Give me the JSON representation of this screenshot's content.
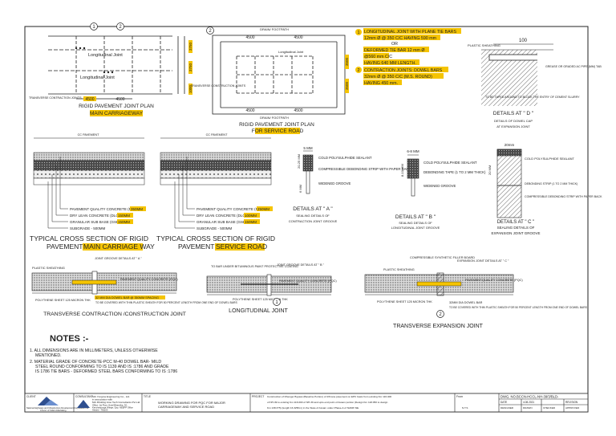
{
  "plans": {
    "main": {
      "title": "RIGID PAVEMENT JOINT PLAN",
      "subtitle": "MAIN CARRIAGEWAY",
      "dim_left": "4500",
      "dim_right": "4500",
      "lane_dim_1": "3750",
      "lane_dim_2": "3750",
      "lane_dim_3": "1000",
      "label_long": "Longitudinal Joint",
      "label_long2": "Longitudinal Joint",
      "label_trans": "TRANSVERSE CONTRACTION JOINTS",
      "callout_1": "1",
      "callout_2": "2"
    },
    "service": {
      "title": "RIGID PAVEMENT JOINT PLAN",
      "subtitle": "FOR SERVICE ROAD",
      "dim_top_1": "4500",
      "dim_top_2": "4500",
      "dim_bot_1": "4500",
      "dim_bot_2": "4500",
      "dim_right": "3500",
      "dim_right2": "3500",
      "label_footpath": "DRAIN/ FOOTPATH",
      "label_footpath2": "DRAIN/ FOOTPATH",
      "label_long": "Longitudinal Joint",
      "label_trans": "TRANSVERSE CONSTRUCTION JOINTS",
      "callout_2": "2"
    }
  },
  "notes_box": {
    "n1_num": "1",
    "n1_l1": "LONGITUDINAL JOINT WITH PLANE TIE BARS",
    "n1_l2": "12mm Ø @ 350 C/C  HAVING 590 mm",
    "n1_or": "OR",
    "n1_l3": "DEFORMED TIE BAR 12 mm Ø",
    "n1_l4": "@560 mm C/C",
    "n1_l5": "HAVING 640 MM LENGTH.",
    "n2_num": "2",
    "n2_l1": "CONTRACTION JOINTS: DOWEL BARS",
    "n2_l2": "32mm Ø @ 350 C/C (M.S. ROUND)",
    "n2_l3": "HAVING 450 mm."
  },
  "detail_dowel": {
    "dim": "100",
    "label_sheathing": "PLASTIC SHEATHING",
    "label_grease": "GREASE OR GRADED AC PIPE (MM) TAB",
    "label_tape": "TO BE TAPED AROUND TO BLOCK THE ENTRY OF CEMENT SLURRY",
    "title": "DETAILS AT \" D \"",
    "subtitle1": "DETAILS OF DOWEL CAP",
    "subtitle2": "AT EXPANSION JOINT"
  },
  "sections": {
    "main": {
      "top_label": "CC PAVEMENT",
      "layers": [
        {
          "name": "PAVEMENT QUALITY CONCRETE (PQC) -",
          "value": "350MM"
        },
        {
          "name": "DRY LEAN CONCRETE (DLC) -",
          "value": "150MM"
        },
        {
          "name": "GRANULAR SUB BASE (GSB) -",
          "value": "150MM"
        },
        {
          "name": "SUBGRADE - 500MM",
          "value": ""
        }
      ],
      "title1": "TYPICAL  CROSS SECTION OF RIGID",
      "title2_a": "PAVEMENT",
      "title2_b": "MAIN CARRIAGE WAY"
    },
    "service": {
      "top_label": "CC PAVEMENT",
      "layers": [
        {
          "name": "PAVEMENT QUALITY CONCRETE (PQC) -",
          "value": "250MM"
        },
        {
          "name": "DRY LEAN CONCRETE (DLC) -",
          "value": "100MM"
        },
        {
          "name": "GRANULAR SUB BASE (GSB) -",
          "value": "150MM"
        },
        {
          "name": "SUBGRADE - 500MM",
          "value": ""
        }
      ],
      "title1": "TYPICAL  CROSS SECTION OF RIGID",
      "title2_a": "PAVEMENT",
      "title2_b": "SERVICE ROAD"
    }
  },
  "detail_a": {
    "dim_w": "5 MM",
    "dim_h": "20-25 MM",
    "dim_h2": "6 MM",
    "label_seal": "COLD POLYSULPHIDE SEALANT",
    "label_strip": "COMPRESSIBLE DEBONDING STRIP WITH PAPER BACK",
    "label_groove": "WIDENED GROOVE",
    "title": "DETAILS AT \" A \"",
    "sub1": "SEALING DETAILS OF",
    "sub2": "CONTRACTION JOINT GROOVE"
  },
  "detail_b": {
    "dim_w": "6-8 MM",
    "dim_h": "8-10 MM",
    "label_seal": "COLD POLYSULPHIDE SEALANT",
    "label_tape": "DEBONDING TAPE (1 TO 2 MM THICK)",
    "label_groove": "WIDENED GROOVE",
    "title": "DETAILS AT \" B \"",
    "sub1": "SEALING DETAILS OF",
    "sub2": "LONGITUDINAL JOINT GROOVE"
  },
  "detail_c": {
    "dim_w": "20mm",
    "dim_h": "20 MM",
    "label_seal": "COLD POLYSULPHIDE SEALANT",
    "label_strip": "DEBONDING STRIP (1 TO 2 MM THICK)",
    "label_board": "COMPRESSIBLE DEBONDING STRIP WITH PAPER BACK",
    "title": "DETAILS AT \" C \"",
    "sub1": "SEALING DETAILS OF",
    "sub2": "EXPANSION JOINT GROOVE"
  },
  "joints": {
    "transverse": {
      "label_sheathing": "PLASTIC SHEATHING",
      "label_groove": "JOINT GROOVE DETAILS AT \" A \"",
      "label_pqc": "PAVEMENT QUALITY CONCRETE (PQC)",
      "label_poly": "POLYTHENE SHEET 125 MICRON THK",
      "label_dowel": "32 MM DIA DOWEL BAR @ 350MM SPACING",
      "label_dowel2": "TO BE COVERED WITH THIN PLASTIC SHEATH FOR 50 PERCENT LENGTH FROM ONE END OF DOWEL BARS",
      "title": "TRANSVERSE CONTRACTION /CONSTRUCTION JOINT"
    },
    "longitudinal": {
      "label_tiebar": "TO BAR UNDER BITUMINOUS PAINT PROTECTIVE COATING",
      "label_groove": "JOINT GROOVE DETAILS AT \" B \"",
      "label_pqc": "PAVEMENT QUALITY CONCRETE (PQC)",
      "label_poly": "POLYTHENE SHEET 125 MICRON THK",
      "callout": "1",
      "title": "LONGITUDINAL JOINT"
    },
    "expansion": {
      "label_filler": "COMPRESSIBLE SYNTHETIC FILLER BOARD",
      "label_groove": "EXPANSION JOINT DETAILS AT \" C \"",
      "label_sheathing": "PLASTIC SHEATHING",
      "label_pqc": "PAVEMENT QUALITY CONCRETE (PQC)",
      "label_poly": "POLYTHENE SHEET 125 MICRON THK",
      "label_dowel": "32MM DIA DOWEL BAR",
      "label_dowel2": "TO BE COVERED WITH THIN PLASTIC SHEATH FOR 50 PERCENT LENGTH FROM ONE END OF DOWEL BARS",
      "callout": "2",
      "title": "TRANSVERSE EXPANSION JOINT"
    }
  },
  "notes": {
    "title": "NOTES :-",
    "items": [
      "1. ALL DIMENSIONS ARE IN MILLIMETERS, UNLESS OTHERWISE",
      "MENTIONED.",
      "2. MATERIAL GRADE OF CONCRETE-PCC M-40 DOWEL BAR- MILD",
      "STEEL ROUND CONFORMING TO IS 1139 AND IS :1786 AND GRADE",
      "IS 1786 TIE BARS - DEFORMED STEEL BARS CONFORMING TO IS :1786"
    ]
  },
  "title_block": {
    "client_label": "CLIENT",
    "client_name": "National Highways and Infrastructure Development Corporation Ltd.",
    "client_sub": "A Govt. of India Undertaking",
    "consultant_label": "CONSULTANT",
    "consultant_l1": "M/s Yongma Engineering Co., Ltd.",
    "consultant_l2": "in association with",
    "consultant_l3": "M/s Dholling Aroo Tech Consultants Pvt.Ltd.",
    "consultant_l4": "Office: 1st Floor, Hotel Bhavnika, 3/1",
    "consultant_l5": "Kanchanjunga Villege, Opp. NEEPP Office",
    "consultant_l6": "Assam - 781103",
    "title_label": "TITLE",
    "title_l1": "WORKING DRAWING FOR PQC FOR MAJOR",
    "title_l2": "CARRIAGEWAY AND SERVICE ROAD",
    "project_label": "PROJECT",
    "project_l1": "Construction of Dhenger Bypass (Baseline Portion) of 4/6  lane pavement on EPC basis from existing Km 116.400",
    "project_l2": "of NH-39 to existing Km 116.000 of NH-39 and upto end   point of Assam portion (Design Km 118.050 to design",
    "project_l3": "Km 138.375) (length 16.325Km) in the State of Assam  under Phase-A of NAMP-NE.",
    "from_label": "From",
    "dwg_no": "DWG. NO.BCCN-HCCL-NH-39/3/BLD-",
    "date_label": "DATE",
    "date_value": "4.08.2021",
    "revision_label": "REVISION",
    "designed_label": "DESIGNED",
    "drawn_label": "DRAWN",
    "checked_label": "CHECKED",
    "approved_label": "APPROVED",
    "scale_label": "N.T.S"
  }
}
